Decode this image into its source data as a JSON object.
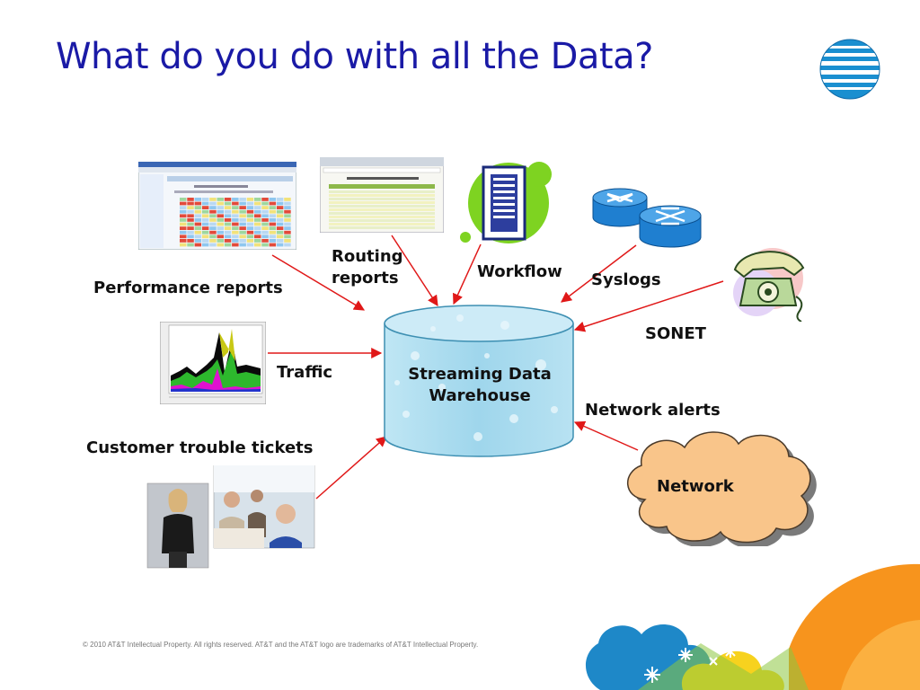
{
  "slide": {
    "title": "What do you do with all the Data?",
    "footer": "© 2010 AT&T Intellectual Property. All rights reserved. AT&T and the AT&T logo are trademarks of AT&T Intellectual Property."
  },
  "center": {
    "line1": "Streaming Data",
    "line2": "Warehouse"
  },
  "sources": {
    "performance_reports": "Performance reports",
    "routing_reports_l1": "Routing",
    "routing_reports_l2": "reports",
    "workflow": "Workflow",
    "syslogs": "Syslogs",
    "sonet": "SONET",
    "traffic": "Traffic",
    "network_alerts": "Network alerts",
    "customer_trouble_tickets": "Customer trouble tickets",
    "network": "Network"
  },
  "icons": {
    "logo": "att-globe-icon",
    "performance": "performance-report-screenshot",
    "routing": "routing-report-screenshot",
    "workflow": "server-icon",
    "syslogs": "router-icon",
    "sonet": "telephone-icon",
    "traffic": "traffic-chart-thumbnail",
    "tickets": "call-center-photo",
    "network": "cloud-icon"
  },
  "colors": {
    "title": "#1a1aa6",
    "arrow": "#e01818",
    "cylinder": "#a9dcef",
    "cloud": "#f9c58a",
    "corner_orange": "#f7941d",
    "corner_blue": "#1e88c8"
  }
}
